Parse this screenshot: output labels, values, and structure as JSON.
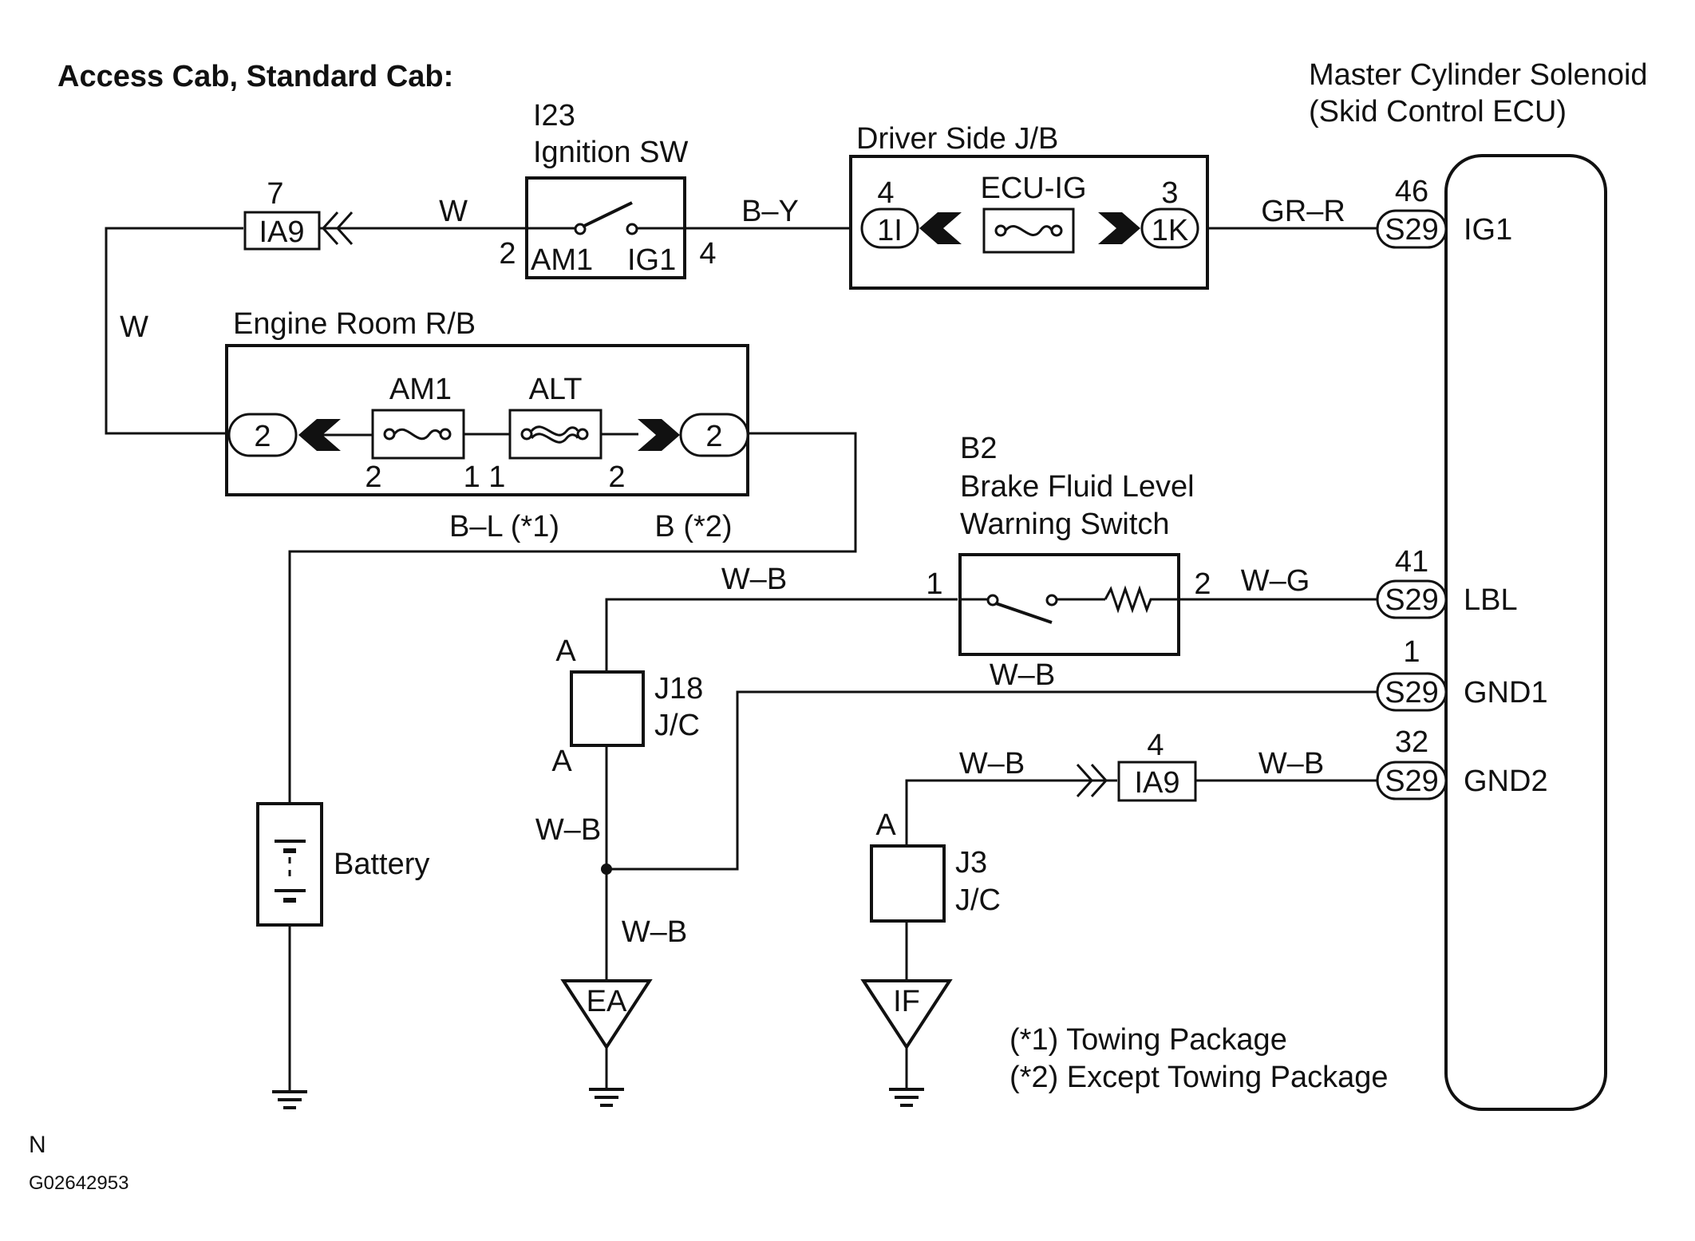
{
  "title": "Access Cab, Standard Cab:",
  "ecu": {
    "name_line1": "Master Cylinder Solenoid",
    "name_line2": "(Skid Control ECU)"
  },
  "ignition_sw": {
    "code": "I23",
    "name": "Ignition SW",
    "term_am1": "AM1",
    "term_ig1": "IG1",
    "pin_left": "2",
    "pin_right": "4"
  },
  "driver_jb": {
    "name": "Driver Side J/B",
    "fuse": "ECU-IG",
    "conn_left": "1I",
    "pin_left": "4",
    "conn_right": "1K",
    "pin_right": "3"
  },
  "engine_rb": {
    "name": "Engine Room R/B",
    "fuse1": "AM1",
    "fuse2": "ALT",
    "conn_left": "2",
    "conn_right": "2",
    "pin_a": "2",
    "pin_b": "1 1",
    "pin_c": "2"
  },
  "ia9_top": {
    "label": "IA9",
    "pin": "7"
  },
  "ia9_bottom": {
    "label": "IA9",
    "pin": "4"
  },
  "switch_b2": {
    "code": "B2",
    "name_line1": "Brake Fluid Level",
    "name_line2": "Warning Switch",
    "pin_left": "1",
    "pin_right": "2"
  },
  "j18": {
    "top": "A",
    "bottom": "A",
    "name_line1": "J18",
    "name_line2": "J/C"
  },
  "j3": {
    "top": "A",
    "name_line1": "J3",
    "name_line2": "J/C"
  },
  "battery": "Battery",
  "grounds": {
    "ea": "EA",
    "if": "IF"
  },
  "wires": {
    "w1": "W",
    "w2": "W",
    "by": "B–Y",
    "grr": "GR–R",
    "bl": "B–L (*1)",
    "b": "B (*2)",
    "wb1": "W–B",
    "wg": "W–G",
    "wb2": "W–B",
    "wb3": "W–B",
    "wb4": "W–B",
    "wb5": "W–B",
    "wb6": "W–B"
  },
  "ecu_terminals": [
    {
      "pin": "46",
      "conn": "S29",
      "name": "IG1"
    },
    {
      "pin": "41",
      "conn": "S29",
      "name": "LBL"
    },
    {
      "pin": "1",
      "conn": "S29",
      "name": "GND1"
    },
    {
      "pin": "32",
      "conn": "S29",
      "name": "GND2"
    }
  ],
  "notes": [
    "(*1) Towing Package",
    "(*2) Except Towing Package"
  ],
  "footer": {
    "letter": "N",
    "code": "G02642953"
  }
}
